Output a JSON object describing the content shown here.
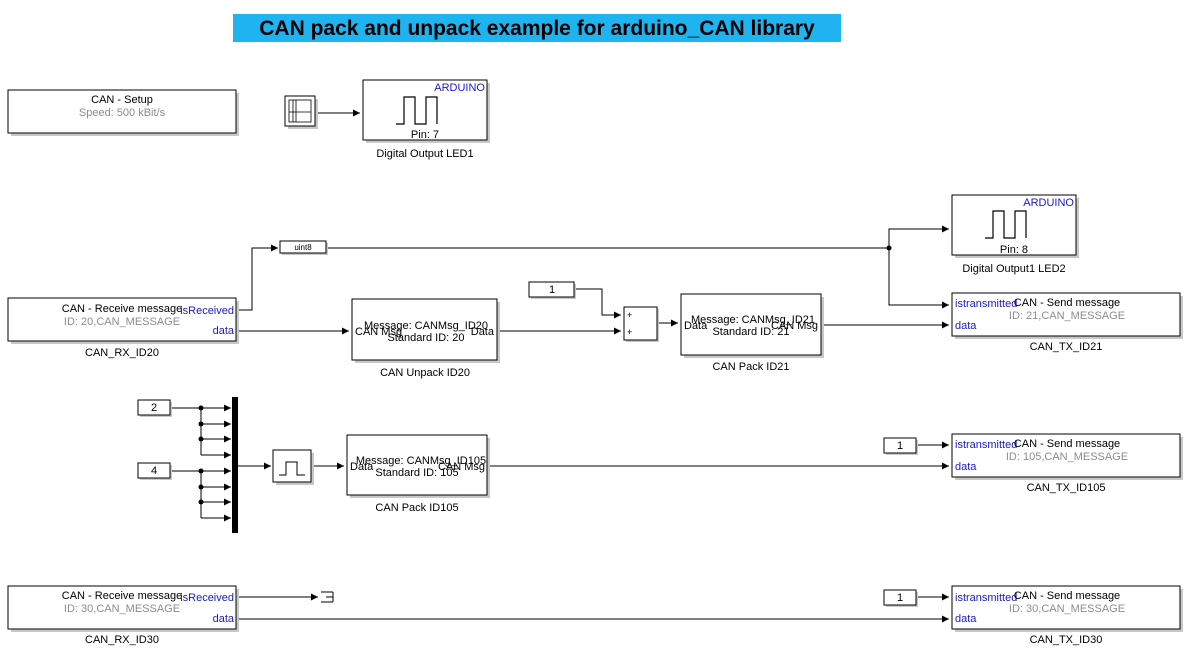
{
  "title": "CAN pack and unpack example for arduino_CAN library",
  "colors": {
    "title_bg": "#1fb3ef",
    "port_text": "#1a1ac8",
    "param_text": "#8c8c8c"
  },
  "setup": {
    "line1": "CAN  - Setup",
    "line2": "Speed: 500 kBit/s"
  },
  "led1": {
    "brand": "ARDUINO",
    "pin": "Pin: 7",
    "caption": "Digital Output LED1"
  },
  "led2": {
    "brand": "ARDUINO",
    "pin": "Pin: 8",
    "caption": "Digital Output1 LED2"
  },
  "convert": {
    "label": "uint8"
  },
  "rx20": {
    "line1": "CAN  - Receive message",
    "line2": "ID: 20,CAN_MESSAGE",
    "port_received": "isReceived",
    "port_data": "data",
    "caption": "CAN_RX_ID20"
  },
  "unpack20": {
    "in_port": "CAN Msg",
    "line1": "Message: CANMsg_ID20",
    "line2": "Standard ID: 20",
    "out_port": "Data",
    "caption": "CAN Unpack ID20"
  },
  "const1": {
    "value": "1"
  },
  "sum": {
    "in1": "+",
    "in2": "+"
  },
  "pack21": {
    "in_port": "Data",
    "line1": "Message: CANMsg_ID21",
    "line2": "Standard ID: 21",
    "out_port": "CAN Msg",
    "caption": "CAN Pack ID21"
  },
  "tx21": {
    "port_trans": "istransmitted",
    "port_data": "data",
    "line1": "CAN  - Send message",
    "line2": "ID: 21,CAN_MESSAGE",
    "caption": "CAN_TX_ID21"
  },
  "const2": {
    "value": "2"
  },
  "const4": {
    "value": "4"
  },
  "pack105": {
    "in_port": "Data",
    "line1": "Message: CANMsg_ID105",
    "line2": "Standard ID: 105",
    "out_port": "CAN Msg",
    "caption": "CAN Pack ID105"
  },
  "const1b": {
    "value": "1"
  },
  "tx105": {
    "port_trans": "istransmitted",
    "port_data": "data",
    "line1": "CAN  - Send message",
    "line2": "ID: 105,CAN_MESSAGE",
    "caption": "CAN_TX_ID105"
  },
  "rx30": {
    "line1": "CAN  - Receive message",
    "line2": "ID: 30,CAN_MESSAGE",
    "port_received": "isReceived",
    "port_data": "data",
    "caption": "CAN_RX_ID30"
  },
  "const1c": {
    "value": "1"
  },
  "tx30": {
    "port_trans": "istransmitted",
    "port_data": "data",
    "line1": "CAN  - Send message",
    "line2": "ID: 30,CAN_MESSAGE",
    "caption": "CAN_TX_ID30"
  }
}
